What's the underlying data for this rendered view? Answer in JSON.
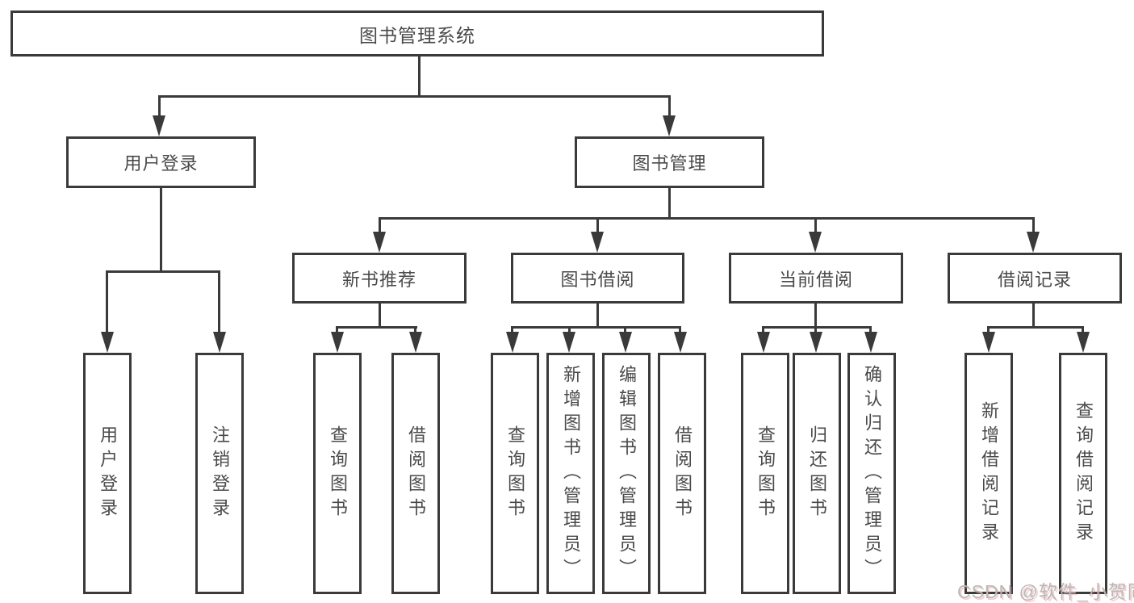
{
  "diagram": {
    "root": {
      "label": "图书管理系统"
    },
    "branches": [
      {
        "label": "用户登录",
        "children": [
          {
            "label": "用户登录"
          },
          {
            "label": "注销登录"
          }
        ]
      },
      {
        "label": "图书管理",
        "children": [
          {
            "label": "新书推荐",
            "children": [
              {
                "label": "查询图书"
              },
              {
                "label": "借阅图书"
              }
            ]
          },
          {
            "label": "图书借阅",
            "children": [
              {
                "label": "查询图书"
              },
              {
                "label": "新增图书（管理员）"
              },
              {
                "label": "编辑图书（管理员）"
              },
              {
                "label": "借阅图书"
              }
            ]
          },
          {
            "label": "当前借阅",
            "children": [
              {
                "label": "查询图书"
              },
              {
                "label": "归还图书"
              },
              {
                "label": "确认归还（管理员）"
              }
            ]
          },
          {
            "label": "借阅记录",
            "children": [
              {
                "label": "新增借阅记录"
              },
              {
                "label": "查询借阅记录"
              }
            ]
          }
        ]
      }
    ]
  },
  "watermark": {
    "text": "CSDN @软件_小贺同学"
  },
  "colors": {
    "line": "#3a3a3a",
    "box_border": "#3a3a3a",
    "text": "#4a4a4a",
    "background": "#ffffff",
    "watermark_text": "#b8b8b8",
    "watermark_accent": "#e97676"
  }
}
